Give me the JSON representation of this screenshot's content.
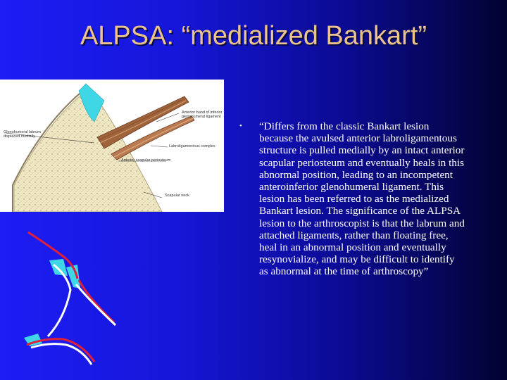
{
  "slide": {
    "title": "ALPSA: “medialized Bankart”",
    "bullets": [
      {
        "marker": "•",
        "text": "“Differs from the classic Bankart lesion because the avulsed anterior labroligamentous structure is pulled medially by an intact anterior scapular periosteum and eventually heals in this abnormal position, leading to an incompetent anteroinferior glenohumeral ligament. This lesion has been referred to as the medialized Bankart lesion. The significance of the ALPSA lesion to the arthroscopist is that the labrum and attached ligaments, rather than floating free, heal in an abnormal position and eventually resynovialize, and may be difficult to identify as abnormal at the time of arthroscopy”"
      }
    ],
    "figure_labels": {
      "left_label": "Glenohumeral labrum displaced medially",
      "top_right_label": "Anterior band of inferior glenohumeral ligament",
      "complex_label": "Labroligamentous complex",
      "periosteum_label": "Anterior scapular periosteum",
      "bottom_label": "Scapular neck"
    }
  },
  "colors": {
    "background_left": "#1d1df5",
    "background_right": "#020230",
    "title": "#ecc38f",
    "body_text": "#ffffff",
    "cyan": "#3fd6e6",
    "red": "#e0203a"
  }
}
